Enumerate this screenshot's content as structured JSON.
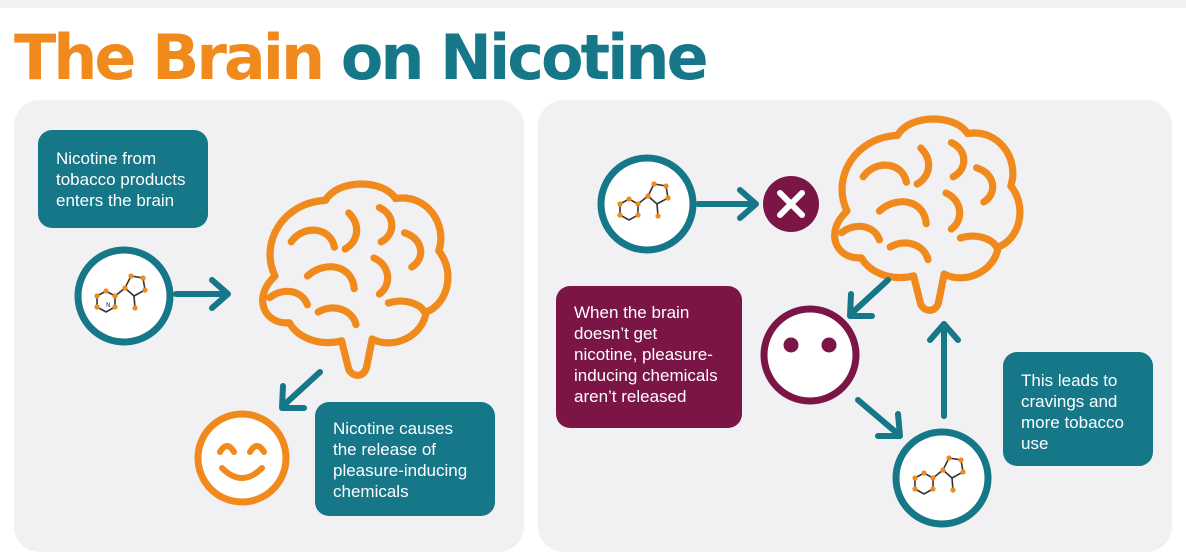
{
  "title": {
    "part1": "The Brain",
    "part2": "on Nicotine"
  },
  "left_panel": {
    "box_top": "Nicotine from tobacco products enters the brain",
    "box_bottom": "Nicotine causes the release of pleasure-inducing chemicals"
  },
  "right_panel": {
    "box_left": "When the brain doesn’t get nicotine, pleasure-inducing chemicals aren’t released",
    "box_right": "This leads to cravings and more tobacco use"
  },
  "molecule_label": "N",
  "colors": {
    "orange": "#f08a1d",
    "teal": "#157788",
    "plum": "#7a1546",
    "panel": "#f1f1f3"
  },
  "icons": [
    "nicotine-molecule-icon",
    "brain-icon",
    "smiley-face-icon",
    "neutral-face-icon",
    "blocked-x-icon",
    "arrow-icon"
  ]
}
